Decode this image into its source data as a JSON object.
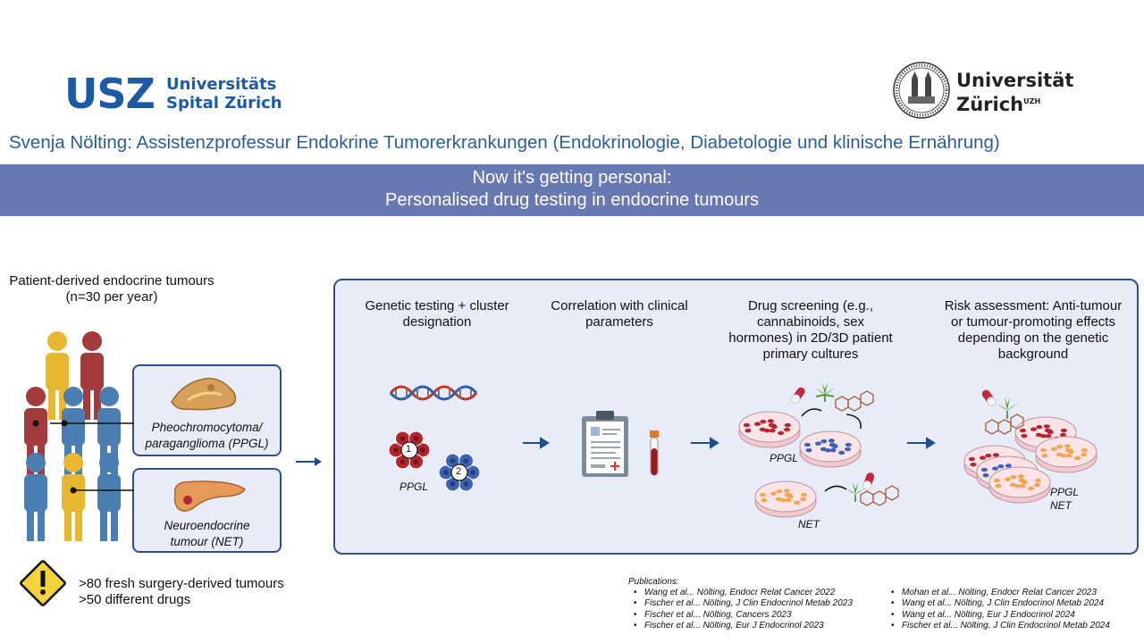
{
  "logos": {
    "usz_mark": "USZ",
    "usz_name_line1": "Universitäts",
    "usz_name_line2": "Spital Zürich",
    "uzh_name_line1": "Universität",
    "uzh_name_line2": "Zürich",
    "uzh_sup": "UZH"
  },
  "header": {
    "dept_line": "Svenja Nölting: Assistenzprofessur Endokrine Tumorerkrankungen (Endokrinologie, Diabetologie und klinische Ernährung)",
    "title_line1": "Now it's getting personal:",
    "title_line2": "Personalised drug testing in endocrine tumours"
  },
  "left": {
    "title_line1": "Patient-derived endocrine tumours",
    "title_line2": "(n=30 per year)",
    "ppgl_line1": "Pheochromocytoma/",
    "ppgl_line2": "paraganglioma (PPGL)",
    "net_line1": "Neuroendocrine",
    "net_line2": "tumour (NET)",
    "stat1": ">80 fresh surgery-derived tumours",
    "stat2": ">50 different drugs"
  },
  "steps": {
    "s1_l1": "Genetic testing + cluster",
    "s1_l2": "designation",
    "s2_l1": "Correlation with clinical",
    "s2_l2": "parameters",
    "s3_l1": "Drug screening (e.g.,",
    "s3_l2": "cannabinoids, sex",
    "s3_l3": "hormones) in 2D/3D patient",
    "s3_l4": "primary cultures",
    "s4_l1": "Risk assessment: Anti-tumour",
    "s4_l2": "or tumour-promoting effects",
    "s4_l3": "depending on the genetic",
    "s4_l4": "background"
  },
  "labels": {
    "cluster1": "1",
    "cluster2": "2",
    "ppgl": "PPGL",
    "net": "NET"
  },
  "publications": {
    "title": "Publications:",
    "col1": [
      "Wang et al... Nölting, Endocr Relat Cancer 2022",
      "Fischer et al... Nölting, J Clin Endocrinol Metab 2023",
      "Fischer et al... Nölting, Cancers 2023",
      "Fischer et al... Nölting, Eur J Endocrinol 2023"
    ],
    "col2": [
      "Mohan et al... Nölting, Endocr Relat Cancer 2023",
      "Wang et al... Nölting, J Clin Endocrinol Metab 2024",
      "Wang et al... Nölting,  Eur J Endocrinol 2024",
      "Fischer et al... Nölting, J Clin Endocrinol Metab 2024"
    ]
  },
  "colors": {
    "usz_blue": "#1d5aa6",
    "banner": "#6878b0",
    "panel_fill": "#e8ebf8",
    "panel_border": "#344f84",
    "arrow": "#1f4e8c",
    "person_yellow": "#e7b82f",
    "person_red": "#a33a3c",
    "person_blue": "#4b7fb3",
    "cell_red": "#b3262f",
    "cell_blue": "#3d63b8",
    "culture_orange": "#f4a552"
  }
}
